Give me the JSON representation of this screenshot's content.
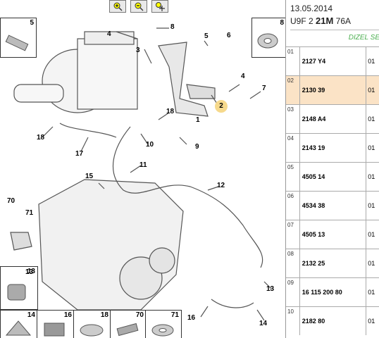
{
  "toolbar": {
    "zoom_in": "zoom-in-icon",
    "zoom_out": "zoom-out-icon",
    "zoom_pan": "zoom-pan-icon"
  },
  "callouts": {
    "c1": "1",
    "c2": "2",
    "c3": "3",
    "c4a": "4",
    "c4b": "4",
    "c5": "5",
    "c6": "6",
    "c7": "7",
    "c8": "8",
    "c9": "9",
    "c10": "10",
    "c11": "11",
    "c12": "12",
    "c13a": "13",
    "c13b": "13",
    "c14": "14",
    "c15": "15",
    "c16": "16",
    "c17": "17",
    "c18a": "18",
    "c18b": "18",
    "c70": "70",
    "c71": "71"
  },
  "thumbnails": {
    "t5": "5",
    "t8": "8",
    "t13": "13",
    "t14": "14",
    "t16": "16",
    "t18": "18",
    "t70": "70",
    "t71": "71"
  },
  "header": {
    "date": "13.05.2014",
    "model_prefix": "U9F 2 ",
    "model_bold": "21M",
    "model_suffix": " 76A",
    "engine": "DIZEL SE"
  },
  "parts": [
    {
      "index": "01",
      "ref": "2127 Y4",
      "qty": "01"
    },
    {
      "index": "02",
      "ref": "2130 39",
      "qty": "01"
    },
    {
      "index": "03",
      "ref": "2148 A4",
      "qty": "01"
    },
    {
      "index": "04",
      "ref": "2143 19",
      "qty": "01"
    },
    {
      "index": "05",
      "ref": "4505 14",
      "qty": "01"
    },
    {
      "index": "06",
      "ref": "4534 38",
      "qty": "01"
    },
    {
      "index": "07",
      "ref": "4505 13",
      "qty": "01"
    },
    {
      "index": "08",
      "ref": "2132 25",
      "qty": "01"
    },
    {
      "index": "09",
      "ref": "16 115 200 80",
      "qty": "01"
    },
    {
      "index": "10",
      "ref": "2182 80",
      "qty": "01"
    }
  ],
  "colors": {
    "highlight": "#f6d98c",
    "selected_row": "#fbe3c6",
    "engine_text": "#4caf50"
  }
}
